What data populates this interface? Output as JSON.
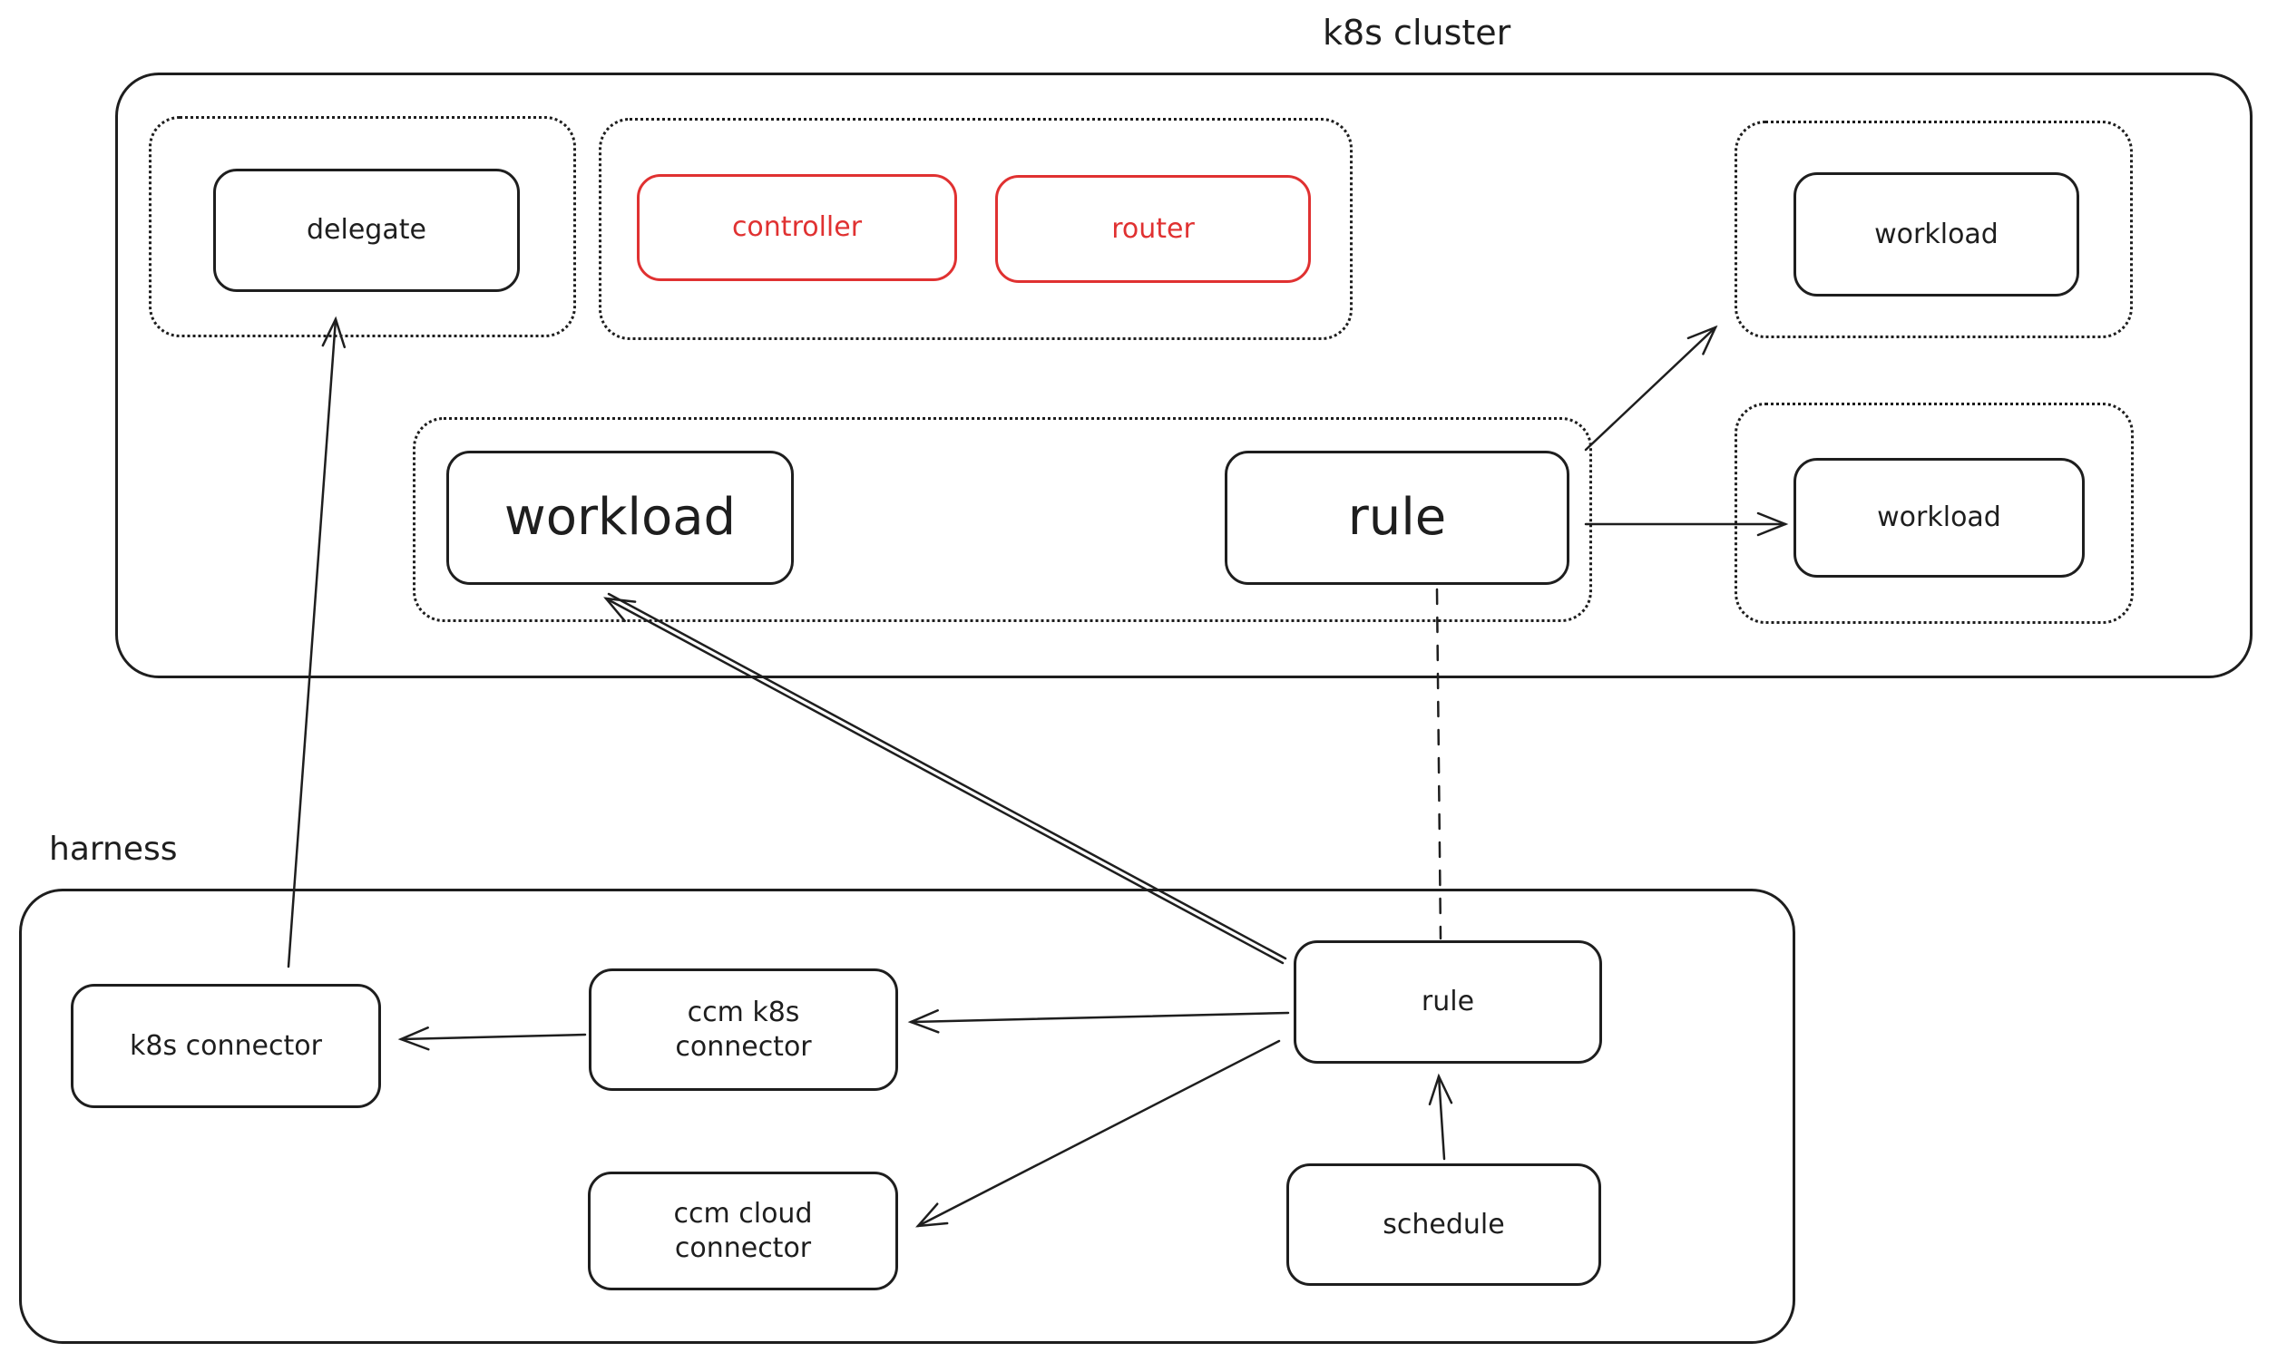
{
  "labels": {
    "k8s_cluster": "k8s cluster",
    "harness": "harness",
    "delegate": "delegate",
    "controller": "controller",
    "router": "router",
    "workload_top_right": "workload",
    "workload_mid_right": "workload",
    "workload_main": "workload",
    "rule_cluster": "rule",
    "k8s_connector": "k8s connector",
    "ccm_k8s_connector": "ccm k8s connector",
    "ccm_cloud_connector": "ccm cloud connector",
    "rule_harness": "rule",
    "schedule": "schedule"
  },
  "colors": {
    "stroke": "#1e1e1e",
    "accent_red": "#e03131",
    "background": "#ffffff"
  },
  "edges": [
    {
      "from": "k8s_connector",
      "to": "delegate",
      "style": "solid",
      "arrowhead": "end"
    },
    {
      "from": "rule_harness",
      "to": "workload_main",
      "style": "solid",
      "arrowhead": "end"
    },
    {
      "from": "rule_cluster",
      "to": "workload_top_right",
      "style": "solid",
      "arrowhead": "end"
    },
    {
      "from": "rule_cluster",
      "to": "workload_mid_right",
      "style": "solid",
      "arrowhead": "end"
    },
    {
      "from": "rule_cluster",
      "to": "rule_harness",
      "style": "dashed",
      "arrowhead": "none"
    },
    {
      "from": "rule_harness",
      "to": "ccm_k8s_connector",
      "style": "solid",
      "arrowhead": "end"
    },
    {
      "from": "rule_harness",
      "to": "ccm_cloud_connector",
      "style": "solid",
      "arrowhead": "end"
    },
    {
      "from": "ccm_k8s_connector",
      "to": "k8s_connector",
      "style": "solid",
      "arrowhead": "end"
    },
    {
      "from": "schedule",
      "to": "rule_harness",
      "style": "solid",
      "arrowhead": "end"
    }
  ]
}
